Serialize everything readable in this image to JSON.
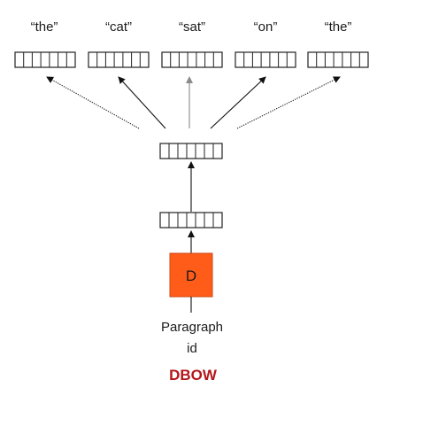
{
  "words": [
    "“the”",
    "“cat”",
    "“sat”",
    "“on”",
    "“the”"
  ],
  "paragraph_token": "D",
  "paragraph_label_line1": "Paragraph",
  "paragraph_label_line2": "id",
  "model_name": "DBOW",
  "colors": {
    "paragraph_box": "#ff5c1a",
    "model_name": "#b5171b"
  }
}
